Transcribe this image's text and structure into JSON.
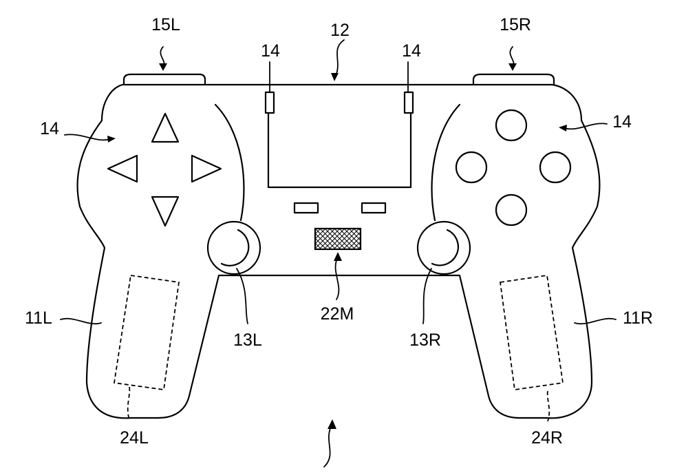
{
  "labels": {
    "body": "12",
    "trigger_left": "15L",
    "trigger_right": "15R",
    "touch_left": "14",
    "touch_right": "14",
    "dpad": "14",
    "buttons": "14",
    "stick_left": "13L",
    "stick_right": "13R",
    "grip_left": "11L",
    "grip_right": "11R",
    "speaker": "22M",
    "vibration_left": "24L",
    "vibration_right": "24R"
  },
  "colors": {
    "stroke": "#000000",
    "background": "#ffffff"
  }
}
